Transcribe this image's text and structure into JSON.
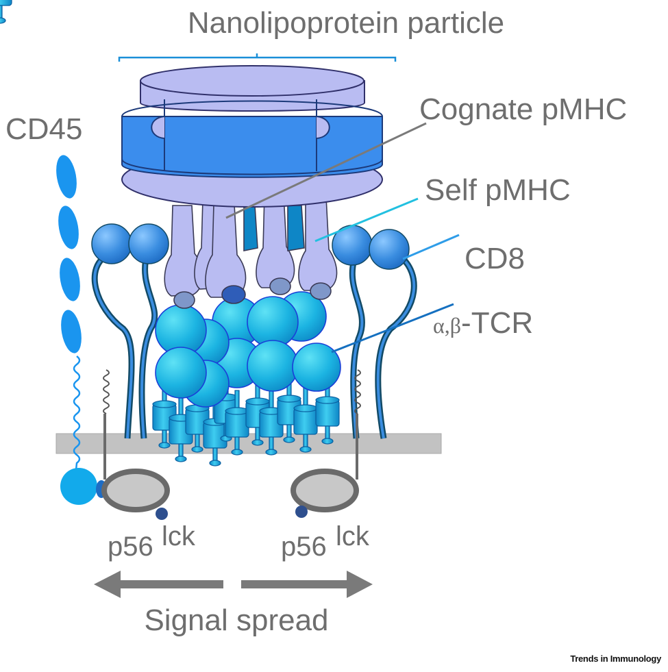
{
  "labels": {
    "title": "Nanolipoprotein particle",
    "cd45": "CD45",
    "cognate": "Cognate pMHC",
    "self": "Self pMHC",
    "cd8": "CD8",
    "tcr_prefix": "α,β",
    "tcr_suffix": "-TCR",
    "p56": "p56",
    "lck": "lck",
    "signal": "Signal spread"
  },
  "credit": {
    "part1": "Trends in",
    "part2": "Immunology"
  },
  "colors": {
    "disc_blue": "#3b8ded",
    "disc_light": "#b9bcf2",
    "tcr_cyan": "#1eb8e4",
    "cd8_blue": "#3a8de0",
    "membrane": "#c2c2c2",
    "label_grey": "#6e6e6e",
    "peptide_red": "#e8243a"
  }
}
